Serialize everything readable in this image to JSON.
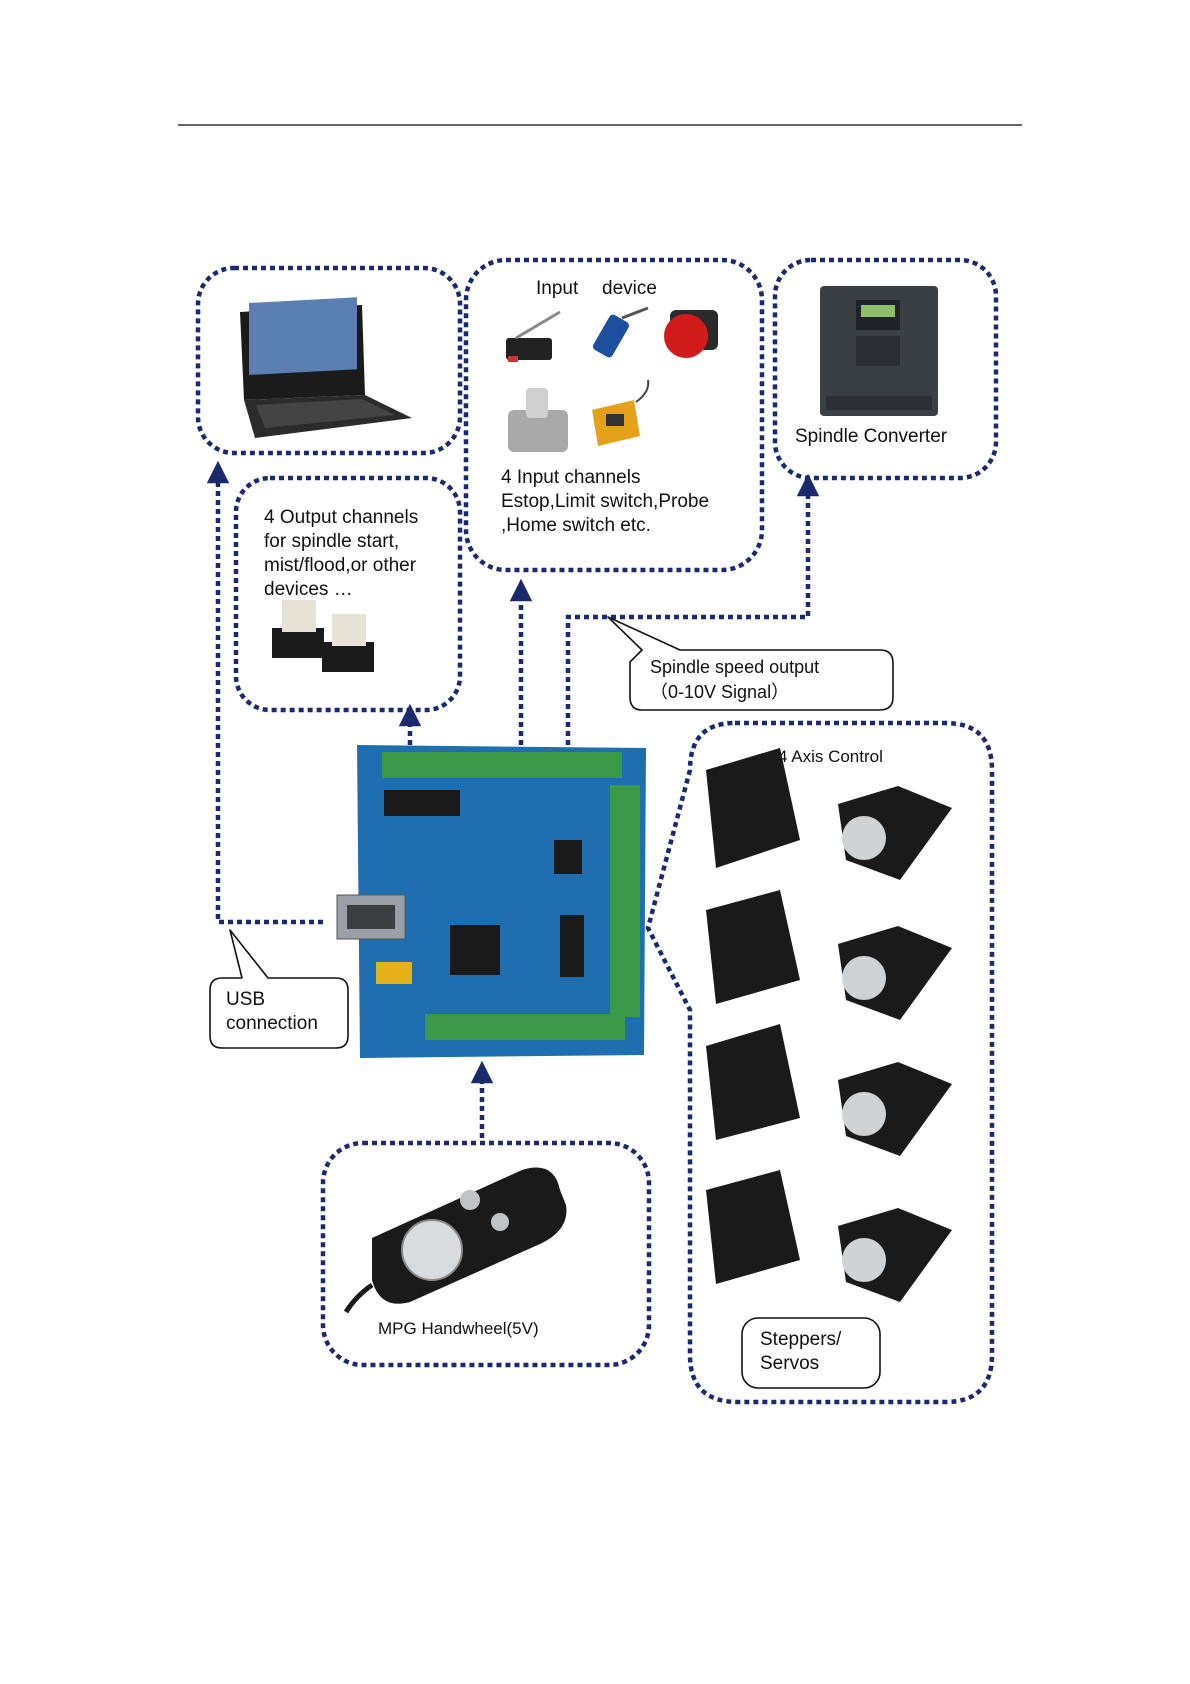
{
  "laptop": {
    "icon": "laptop-icon"
  },
  "input_devices": {
    "title_word1": "Input",
    "title_word2": "device",
    "channels": "4 Input channels",
    "line2": "Estop,Limit switch,Probe",
    "line3": ",Home switch etc.",
    "icons": [
      "micro-switch-icon",
      "proximity-sensor-icon",
      "estop-button-icon",
      "limit-switch-icon",
      "inductive-sensor-icon"
    ]
  },
  "spindle_converter": {
    "label": "Spindle Converter",
    "icon": "vfd-inverter-icon"
  },
  "outputs": {
    "line1": "4 Output channels",
    "line2": "for spindle start,",
    "line3": "mist/flood,or other",
    "line4": "devices …",
    "icon": "relay-icon"
  },
  "spindle_speed": {
    "line1": "Spindle speed output",
    "line2": "（0-10V Signal）"
  },
  "axis": {
    "title": "4 Axis Control",
    "icons": [
      "stepper-driver-icon",
      "stepper-motor-icon"
    ]
  },
  "usb": {
    "line1": "USB",
    "line2": "connection",
    "icon": "usb-connector-icon"
  },
  "board": {
    "icon": "controller-board-icon"
  },
  "mpg": {
    "label": "MPG Handwheel(5V)",
    "icon": "handwheel-icon"
  },
  "steppers": {
    "line1": "Steppers/",
    "line2": "Servos"
  },
  "colors": {
    "dash": "#1a2a6c",
    "board": "#1f6fb0",
    "terminal": "#3b9a4a"
  }
}
